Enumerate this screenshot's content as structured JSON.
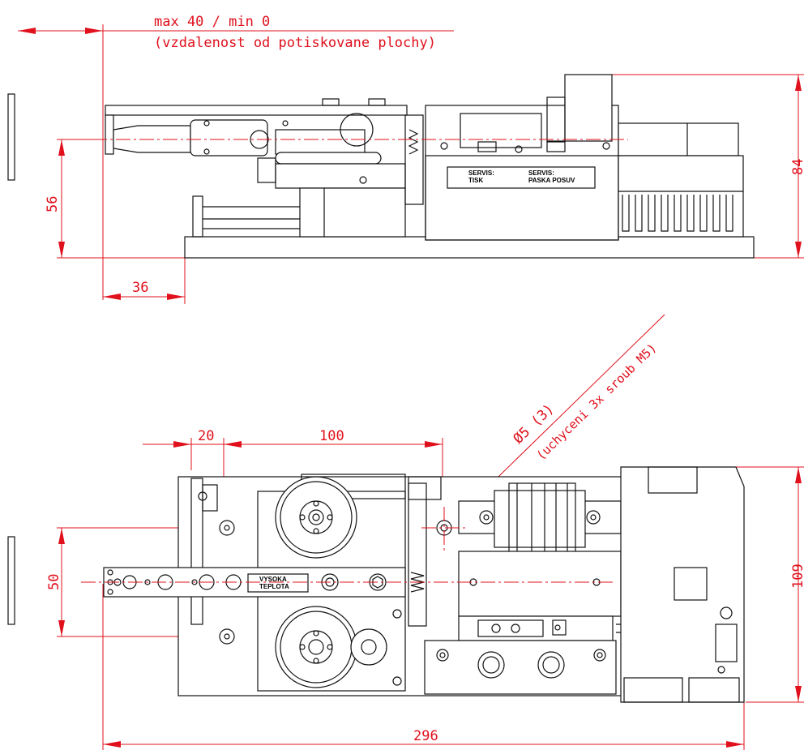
{
  "side_view": {
    "dim_range_text": "max 40 / min 0",
    "dim_range_note": "(vzdalenost od potiskovane plochy)",
    "dim_height_left": "56",
    "dim_offset_bottom": "36",
    "dim_height_right": "84",
    "label_servis_tisk_1": "SERVIS:",
    "label_servis_tisk_2": "TISK",
    "label_servis_paska_1": "SERVIS:",
    "label_servis_paska_2": "PASKA  POSUV"
  },
  "top_view": {
    "dim_20": "20",
    "dim_100": "100",
    "dim_hole_text": "Ø5 (3)",
    "dim_hole_note": "(uchyceni 3x sroub M5)",
    "dim_50": "50",
    "dim_109": "109",
    "dim_296": "296",
    "label_vysoka": "VYSOKA",
    "label_teplota": "TEPLOTA"
  },
  "colors": {
    "dimension": "#e0101c",
    "outline": "#111111"
  }
}
